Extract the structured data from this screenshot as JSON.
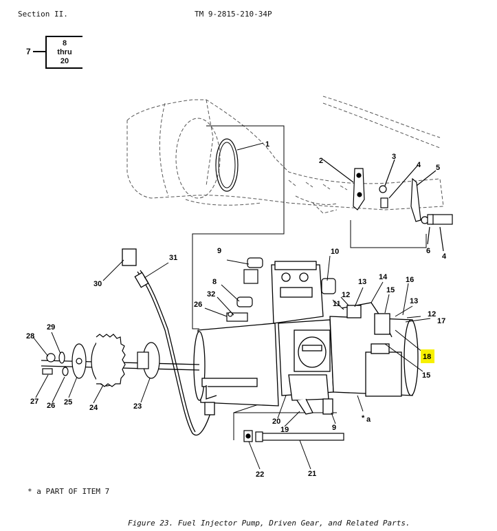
{
  "header": {
    "section": "Section II.",
    "tm": "TM  9-2815-210-34P"
  },
  "ref_box": {
    "callout": "7",
    "lines": [
      "8",
      "thru",
      "20"
    ]
  },
  "callouts": [
    "1",
    "2",
    "3",
    "4",
    "5",
    "6",
    "4",
    "9",
    "10",
    "31",
    "30",
    "8",
    "32",
    "26",
    "13",
    "14",
    "15",
    "16",
    "12",
    "11",
    "13",
    "12",
    "17",
    "18",
    "15",
    "29",
    "28",
    "27",
    "26",
    "25",
    "24",
    "23",
    "20",
    "19",
    "9",
    "a",
    "22",
    "21"
  ],
  "note": "* a PART OF ITEM 7",
  "caption": "Figure 23. Fuel Injector Pump, Driven Gear, and Related Parts."
}
